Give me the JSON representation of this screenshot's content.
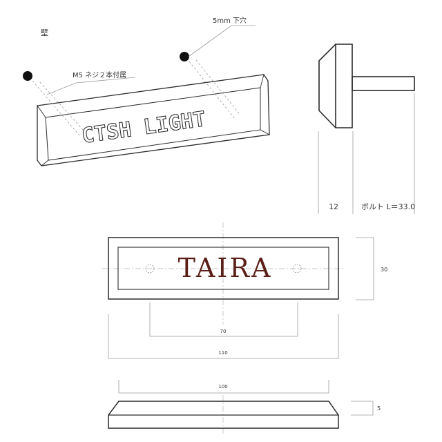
{
  "labels": {
    "wall": "壁",
    "hole": "5mm 下穴",
    "screw": "M5 ネジ２本付属",
    "bolt": "ボルト L＝33.0",
    "side_depth": "12"
  },
  "plate": {
    "perspective_text": "CTSH LIGHT",
    "front_text": "TAIRA",
    "front_text_color": "#5a1f17"
  },
  "dimensions": {
    "height": "30",
    "hole_pitch": "70",
    "width": "110",
    "inner_width": "100",
    "thickness": "5"
  }
}
